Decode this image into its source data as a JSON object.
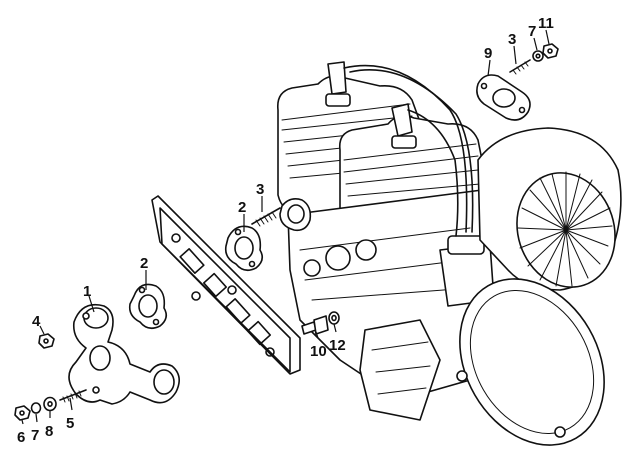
{
  "callouts": [
    {
      "key": "c1",
      "text": "1"
    },
    {
      "key": "c2a",
      "text": "2"
    },
    {
      "key": "c2b",
      "text": "2"
    },
    {
      "key": "c3a",
      "text": "3"
    },
    {
      "key": "c3b",
      "text": "3"
    },
    {
      "key": "c4",
      "text": "4"
    },
    {
      "key": "c5",
      "text": "5"
    },
    {
      "key": "c6",
      "text": "6"
    },
    {
      "key": "c7a",
      "text": "7"
    },
    {
      "key": "c7b",
      "text": "7"
    },
    {
      "key": "c8",
      "text": "8"
    },
    {
      "key": "c9",
      "text": "9"
    },
    {
      "key": "c10",
      "text": "10"
    },
    {
      "key": "c11",
      "text": "11"
    },
    {
      "key": "c12",
      "text": "12"
    }
  ],
  "colors": {
    "line": "#111111",
    "background": "#ffffff"
  }
}
